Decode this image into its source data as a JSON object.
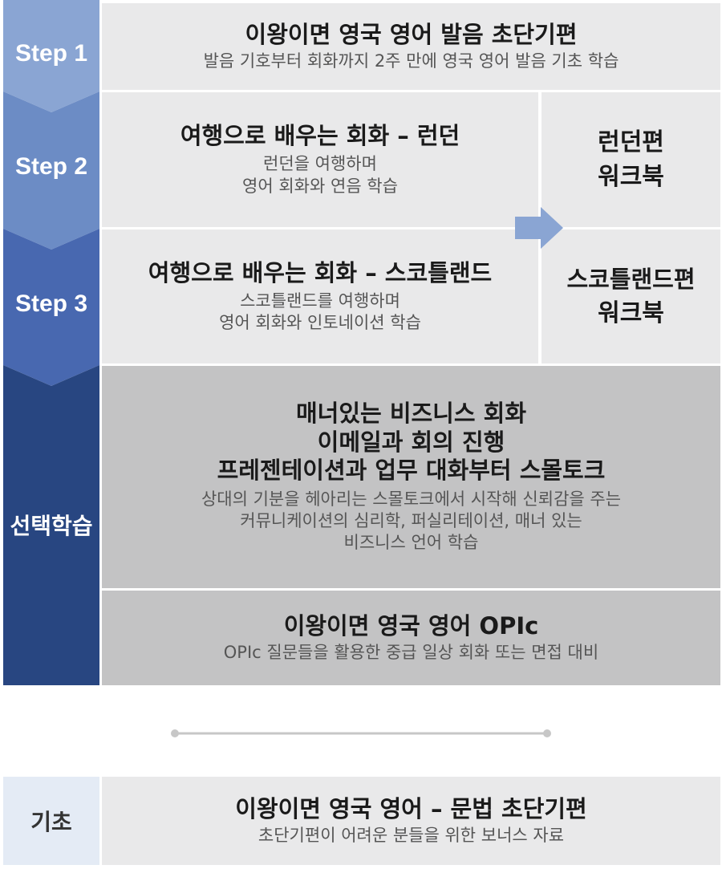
{
  "colors": {
    "step1": "#8aa5d3",
    "step2": "#6c8cc5",
    "step3": "#4868b0",
    "elective": "#284681",
    "basic_label_bg": "#e4ebf5",
    "light_panel": "#e9e9ea",
    "dark_panel": "#c3c3c4",
    "arrow": "#8aa5d3",
    "divider": "#c7c7c7"
  },
  "steps": [
    {
      "label": "Step 1"
    },
    {
      "label": "Step 2"
    },
    {
      "label": "Step 3"
    },
    {
      "label": "선택학습"
    }
  ],
  "step1": {
    "title": "이왕이면 영국 영어 발음 초단기편",
    "subtitle": "발음 기호부터 회화까지 2주 만에 영국 영어 발음 기초 학습"
  },
  "step2": {
    "title": "여행으로 배우는 회화 – 런던",
    "desc": [
      "런던을 여행하며",
      "영어 회화와 연음 학습"
    ]
  },
  "step3": {
    "title": "여행으로 배우는 회화 – 스코틀랜드",
    "desc": [
      "스코틀랜드를 여행하며",
      "영어 회화와 인토네이션 학습"
    ]
  },
  "workbooks": {
    "london": [
      "런던편",
      "워크북"
    ],
    "scotland": [
      "스코틀랜드편",
      "워크북"
    ]
  },
  "elective": {
    "business": {
      "title_lines": [
        "매너있는 비즈니스 회화",
        "이메일과 회의 진행",
        "프레젠테이션과 업무 대화부터 스몰토크"
      ],
      "desc_lines": [
        "상대의 기분을 헤아리는 스몰토크에서 시작해 신뢰감을 주는",
        "커뮤니케이션의 심리학, 퍼실리테이션, 매너 있는",
        "비즈니스 언어 학습"
      ]
    },
    "opic": {
      "title": "이왕이면 영국 영어 OPIc",
      "subtitle": "OPIc 질문들을 활용한 중급 일상 회화 또는 면접 대비"
    }
  },
  "basic": {
    "label": "기초",
    "title": "이왕이면 영국 영어 – 문법 초단기편",
    "subtitle": "초단기편이 어려운 분들을 위한 보너스 자료"
  }
}
